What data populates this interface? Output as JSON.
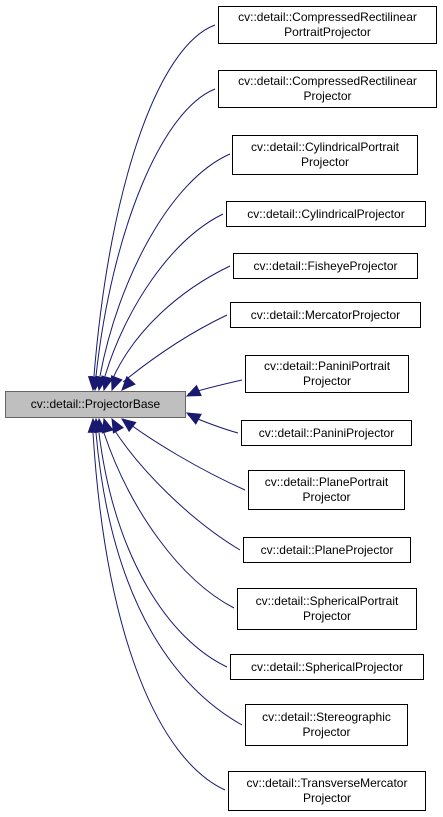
{
  "colors": {
    "edge": "#191970",
    "base_fill": "#bfbfbf",
    "base_border": "#666666",
    "node_border": "#000000"
  },
  "base_class": {
    "line1": "cv::detail::ProjectorBase"
  },
  "derived_classes": [
    {
      "line1": "cv::detail::CompressedRectilinear",
      "line2": "PortraitProjector"
    },
    {
      "line1": "cv::detail::CompressedRectilinear",
      "line2": "Projector"
    },
    {
      "line1": "cv::detail::CylindricalPortrait",
      "line2": "Projector"
    },
    {
      "line1": "cv::detail::CylindricalProjector",
      "line2": ""
    },
    {
      "line1": "cv::detail::FisheyeProjector",
      "line2": ""
    },
    {
      "line1": "cv::detail::MercatorProjector",
      "line2": ""
    },
    {
      "line1": "cv::detail::PaniniPortrait",
      "line2": "Projector"
    },
    {
      "line1": "cv::detail::PaniniProjector",
      "line2": ""
    },
    {
      "line1": "cv::detail::PlanePortrait",
      "line2": "Projector"
    },
    {
      "line1": "cv::detail::PlaneProjector",
      "line2": ""
    },
    {
      "line1": "cv::detail::SphericalPortrait",
      "line2": "Projector"
    },
    {
      "line1": "cv::detail::SphericalProjector",
      "line2": ""
    },
    {
      "line1": "cv::detail::Stereographic",
      "line2": "Projector"
    },
    {
      "line1": "cv::detail::TransverseMercator",
      "line2": "Projector"
    }
  ]
}
